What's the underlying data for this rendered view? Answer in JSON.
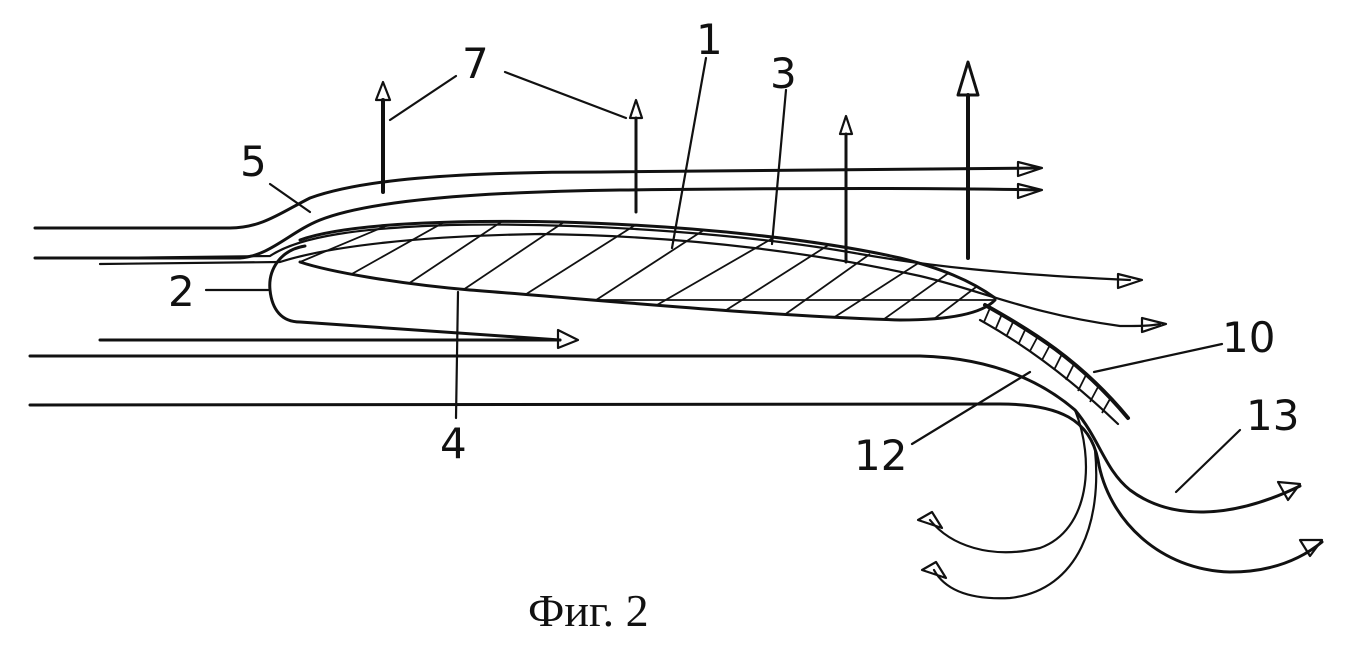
{
  "figure": {
    "caption": "Фиг. 2",
    "labels": {
      "l1": "1",
      "l2": "2",
      "l3": "3",
      "l4": "4",
      "l5": "5",
      "l7": "7",
      "l10": "10",
      "l12": "12",
      "l13": "13"
    }
  }
}
